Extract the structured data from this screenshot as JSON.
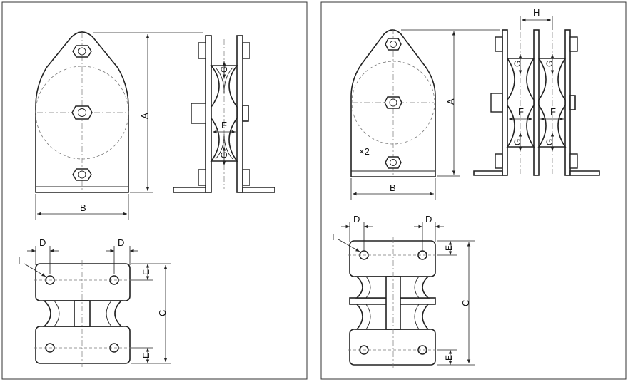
{
  "left_panel": {
    "labels": {
      "A": "A",
      "B": "B",
      "C": "C",
      "D_left": "D",
      "D_right": "D",
      "E_top": "E",
      "E_bottom": "E",
      "F": "F",
      "G_top": "G",
      "G_bottom": "G",
      "I": "I"
    }
  },
  "right_panel": {
    "labels": {
      "A": "A",
      "B": "B",
      "C": "C",
      "D_left": "D",
      "D_right": "D",
      "E_top": "E",
      "E_bottom": "E",
      "F_left": "F",
      "F_right": "F",
      "G_top_left": "G",
      "G_top_right": "G",
      "G_bottom_left": "G",
      "G_bottom_right": "G",
      "H": "H",
      "I": "I",
      "count": "×2"
    }
  }
}
